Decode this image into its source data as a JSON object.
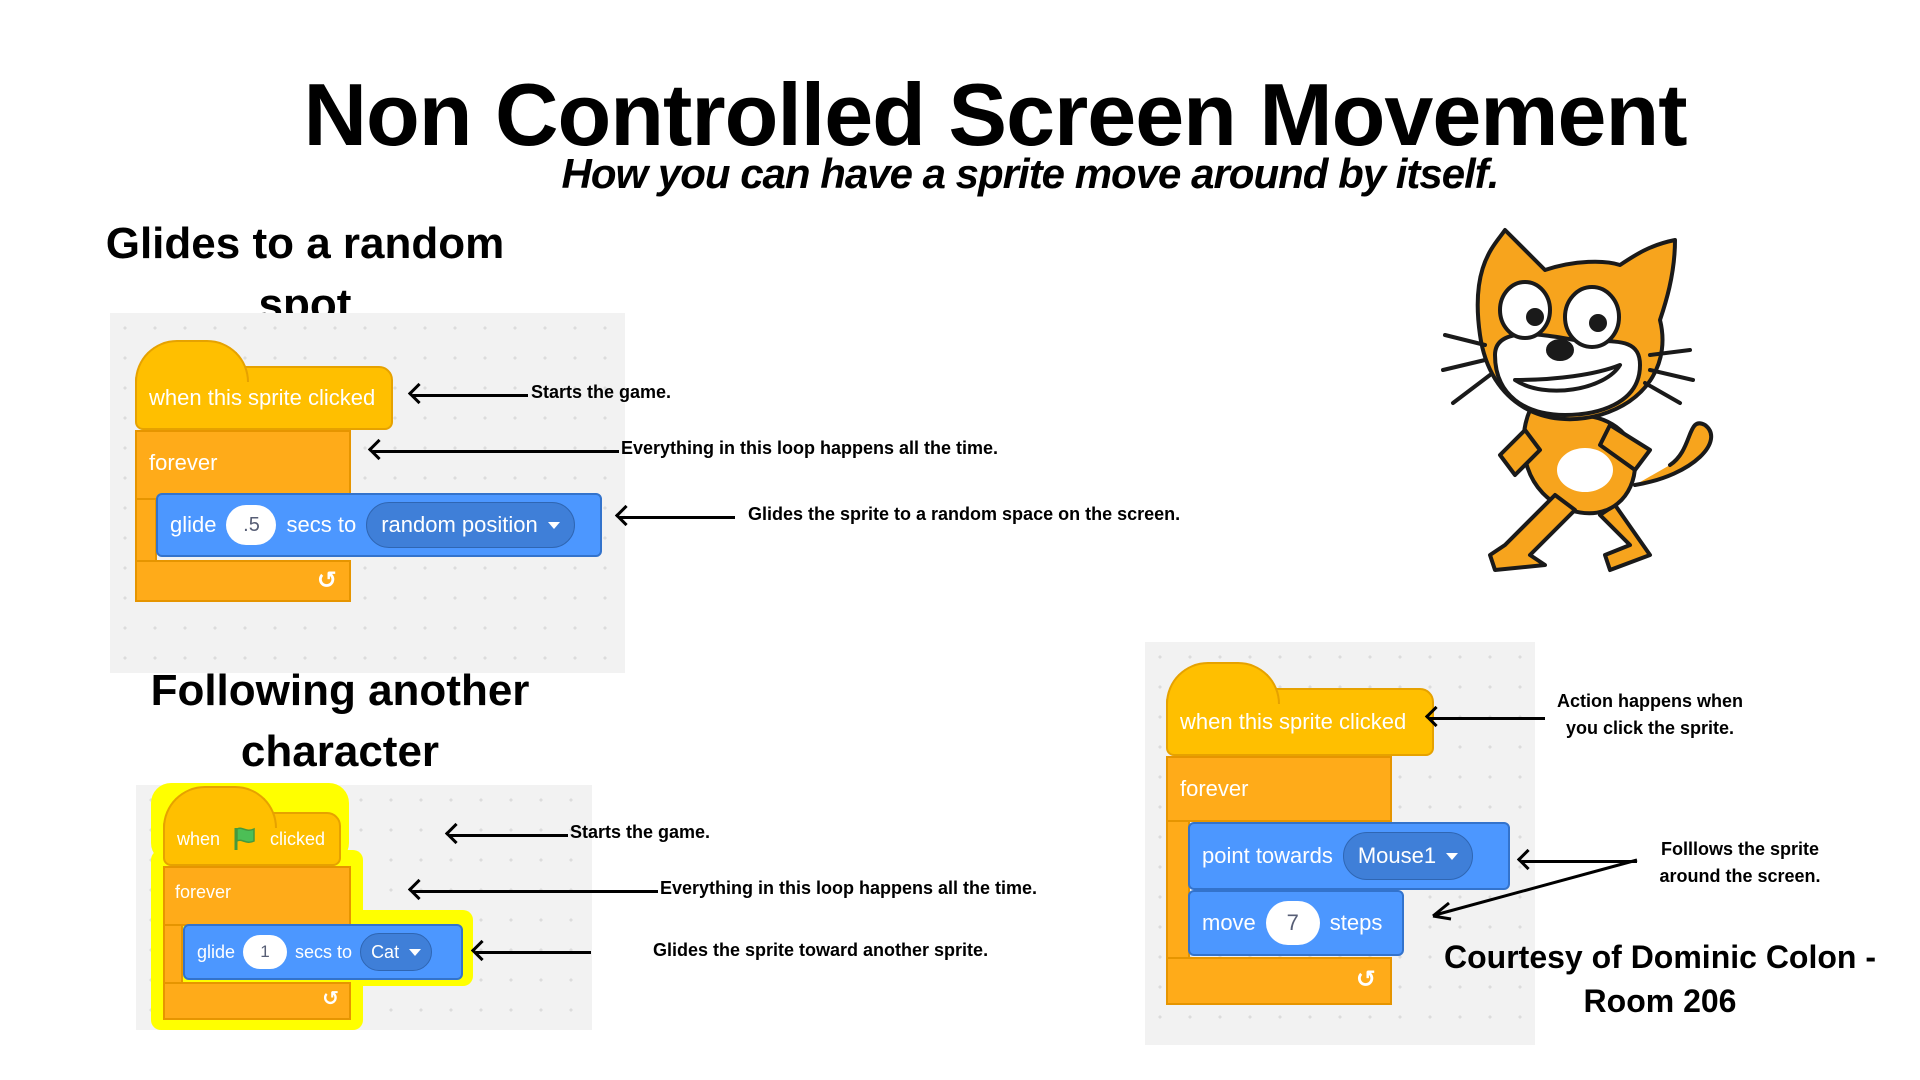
{
  "title": "Non Controlled Screen Movement",
  "subtitle": "How you can have a sprite move around by itself.",
  "section1": {
    "heading_line1": "Glides to a random",
    "heading_line2": "spot",
    "hat": "when this sprite clicked",
    "forever": "forever",
    "glide": "glide",
    "secs_value": ".5",
    "secs_to": "secs to",
    "target": "random position",
    "note_start": "Starts the game.",
    "note_loop": "Everything in this loop happens all the time.",
    "note_glide": "Glides the sprite to a random space on the screen."
  },
  "section2": {
    "heading_line1": "Following another",
    "heading_line2": "character",
    "hat_when": "when",
    "hat_clicked": "clicked",
    "forever": "forever",
    "glide": "glide",
    "secs_value": "1",
    "secs_to": "secs to",
    "target": "Cat",
    "note_start": "Starts the game.",
    "note_loop": "Everything in this loop happens all the time.",
    "note_glide": "Glides the sprite toward another sprite."
  },
  "section3": {
    "hat": "when this sprite clicked",
    "forever": "forever",
    "point": "point towards",
    "target": "Mouse1",
    "move": "move",
    "steps_value": "7",
    "steps": "steps",
    "note_action_line1": "Action happens when",
    "note_action_line2": "you click the sprite.",
    "note_follow_line1": "Folllows the sprite",
    "note_follow_line2": "around the screen."
  },
  "credit_line1": "Courtesy of Dominic Colon -",
  "credit_line2": "Room 206",
  "colors": {
    "event_yellow": "#ffbf00",
    "control_orange": "#ffab19",
    "motion_blue": "#4c97ff",
    "glow_yellow": "#ffff00"
  },
  "icons": [
    "green-flag-icon",
    "loop-arrow-icon",
    "scratch-cat-icon",
    "dropdown-caret-icon"
  ]
}
